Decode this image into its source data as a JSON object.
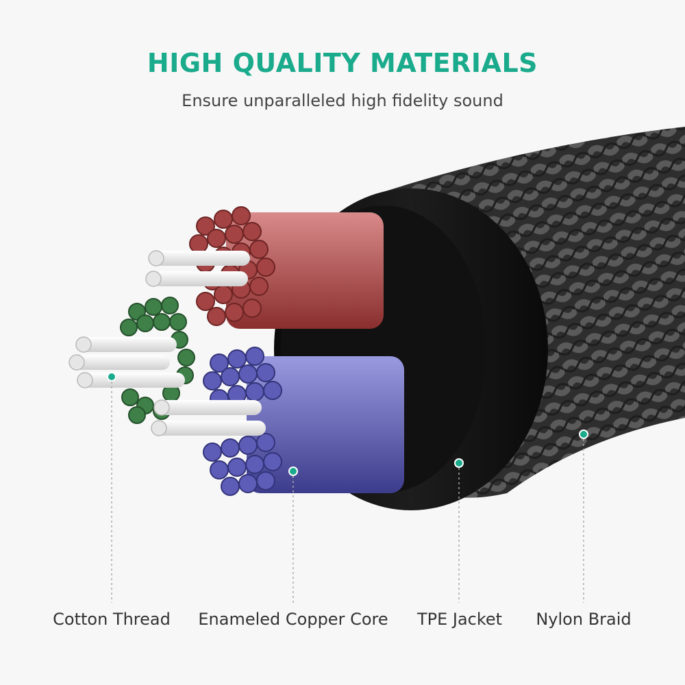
{
  "header": {
    "title": "HIGH QUALITY MATERIALS",
    "subtitle": "Ensure unparalleled high fidelity sound"
  },
  "labels": {
    "cotton_thread": "Cotton Thread",
    "copper_core": "Enameled Copper Core",
    "tpe_jacket": "TPE Jacket",
    "nylon_braid": "Nylon Braid"
  },
  "colors": {
    "accent": "#1aaa8c",
    "jacket": "#141414",
    "braid": "#3a3a3a",
    "copper_red": "#b04a4a",
    "copper_blue": "#5a5ab0",
    "copper_green": "#3a7a44",
    "cotton": "#f2f2f2"
  }
}
